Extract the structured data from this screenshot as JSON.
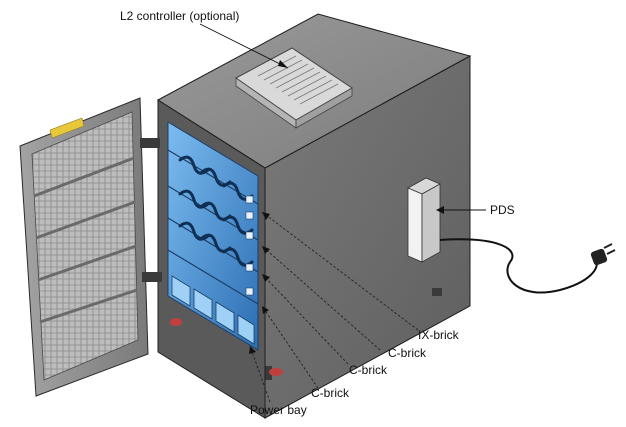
{
  "labels": {
    "l2_controller": "L2 controller (optional)",
    "pds": "PDS",
    "ix_brick": "IX-brick",
    "c_brick_1": "C-brick",
    "c_brick_2": "C-brick",
    "c_brick_3": "C-brick",
    "power_bay": "Power bay"
  },
  "colors": {
    "cabinet_side": "#6d6d6d",
    "cabinet_top": "#8a8a8a",
    "cabinet_front_frame": "#5a5a5a",
    "rack_blue": "#3a7fc4",
    "rack_blue_light": "#6fb0e8",
    "door": "#8c8c8c",
    "door_handle": "#e8c83a",
    "text": "#111111"
  },
  "icons": {
    "power_plug": "plug-icon",
    "fan": "fan-icon"
  }
}
